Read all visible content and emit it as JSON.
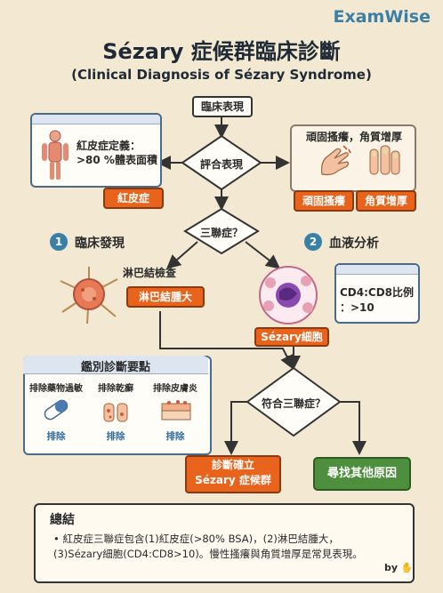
{
  "brand": "ExamWise",
  "title": "Sézary 症候群臨床診斷",
  "subtitle": "(Clinical Diagnosis of Sézary Syndrome)",
  "flow": {
    "clinical_presentation": "臨床表現",
    "evaluate": "評合表現",
    "triad": "三聯症？",
    "meets_triad": "符合三聯症？",
    "diagnosis_line1": "診斷確立",
    "diagnosis_line2": "Sézary 症候群",
    "find_other": "尋找其他原因"
  },
  "erythroderma_card": {
    "definition_line1": "紅皮症定義：",
    "definition_line2": ">80 %體表面積",
    "tag": "紅皮症"
  },
  "pruritus_card": {
    "heading": "頑固搔癢，角質增厚",
    "tag1": "頑固搔癢",
    "tag2": "角質增厚"
  },
  "section1": {
    "num": "1",
    "label": "臨床發現",
    "lymph_check": "淋巴結檢查",
    "lymph_tag": "淋巴結腫大"
  },
  "section2": {
    "num": "2",
    "label": "血液分析",
    "ratio_line1": "CD4:CD8比例",
    "ratio_line2": "：>10",
    "cell_tag": "Sézary細胞"
  },
  "differential": {
    "title": "鑑別診斷要點",
    "items": [
      {
        "label": "排除藥物過敏",
        "tag": "排除"
      },
      {
        "label": "排除乾癬",
        "tag": "排除"
      },
      {
        "label": "排除皮膚炎",
        "tag": "排除"
      }
    ]
  },
  "summary": {
    "title": "總結",
    "line1": "• 紅皮症三聯症包含(1)紅皮症(>80% BSA)，(2)淋巴結腫大，",
    "line2": "(3)Sézary細胞(CD4:CD8>10)。慢性搔癢與角質增厚是常見表現。"
  },
  "signature": "by"
}
